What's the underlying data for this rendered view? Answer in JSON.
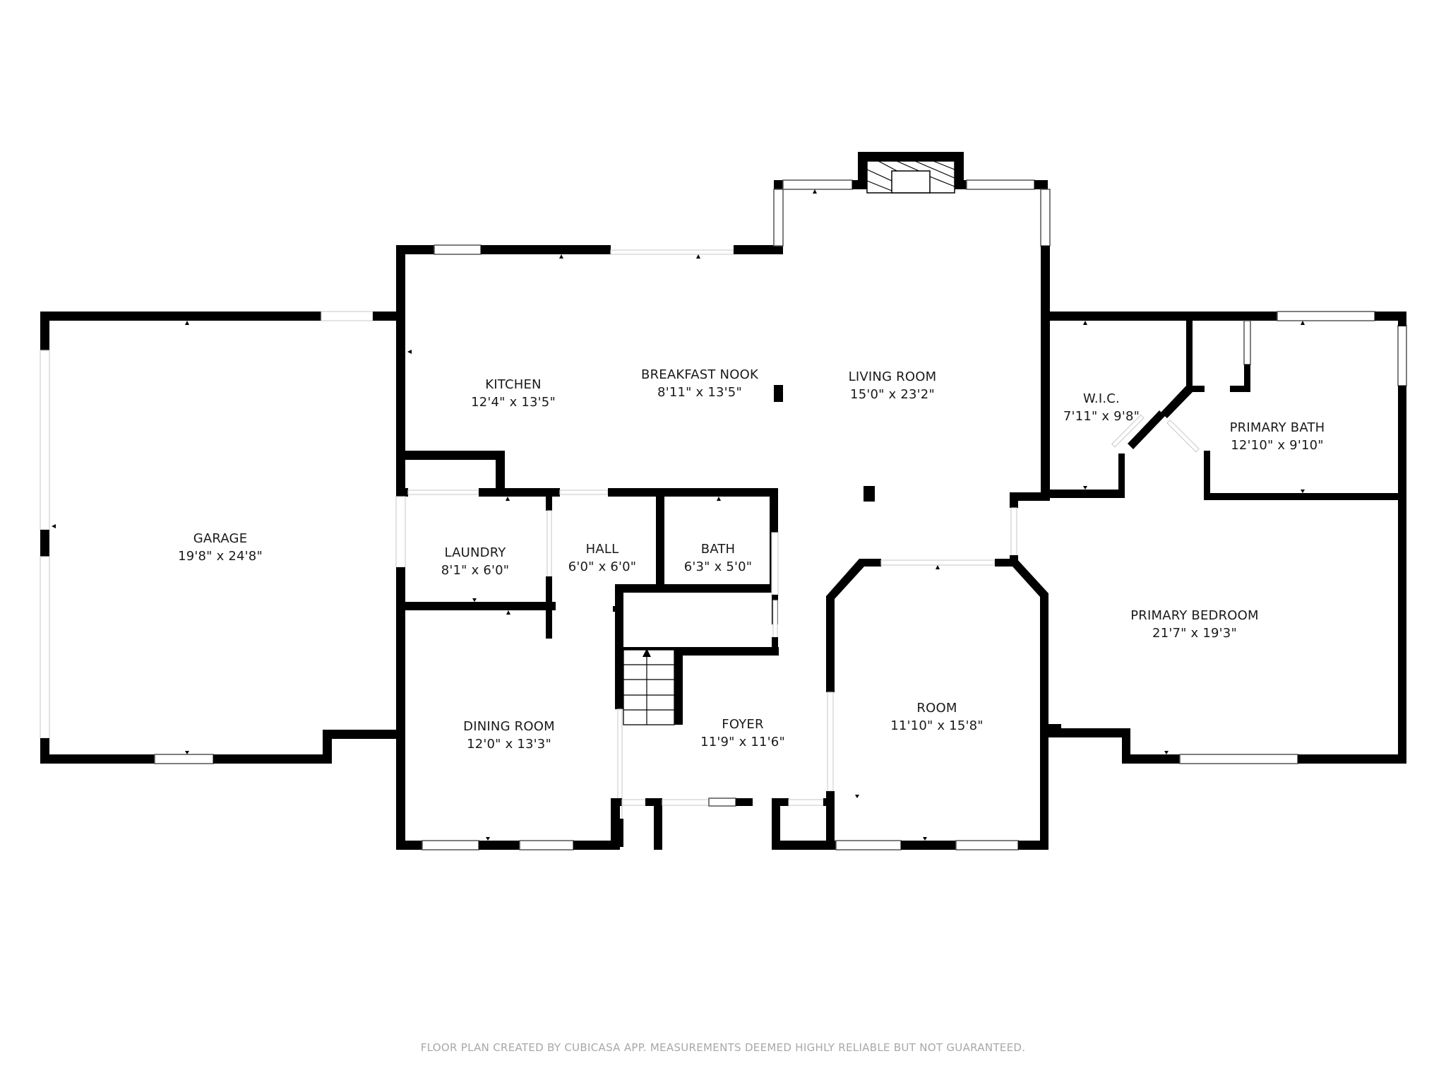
{
  "floor_plan": {
    "rooms": [
      {
        "id": "garage",
        "name": "GARAGE",
        "dims": "19'8\" x 24'8\""
      },
      {
        "id": "kitchen",
        "name": "KITCHEN",
        "dims": "12'4\" x 13'5\""
      },
      {
        "id": "breakfast_nook",
        "name": "BREAKFAST NOOK",
        "dims": "8'11\" x 13'5\""
      },
      {
        "id": "living_room",
        "name": "LIVING ROOM",
        "dims": "15'0\" x 23'2\""
      },
      {
        "id": "wic",
        "name": "W.I.C.",
        "dims": "7'11\" x 9'8\""
      },
      {
        "id": "primary_bath",
        "name": "PRIMARY BATH",
        "dims": "12'10\" x 9'10\""
      },
      {
        "id": "laundry",
        "name": "LAUNDRY",
        "dims": "8'1\" x 6'0\""
      },
      {
        "id": "hall",
        "name": "HALL",
        "dims": "6'0\" x 6'0\""
      },
      {
        "id": "bath",
        "name": "BATH",
        "dims": "6'3\" x 5'0\""
      },
      {
        "id": "primary_bedroom",
        "name": "PRIMARY BEDROOM",
        "dims": "21'7\" x 19'3\""
      },
      {
        "id": "dining_room",
        "name": "DINING ROOM",
        "dims": "12'0\" x 13'3\""
      },
      {
        "id": "foyer",
        "name": "FOYER",
        "dims": "11'9\" x 11'6\""
      },
      {
        "id": "room",
        "name": "ROOM",
        "dims": "11'10\" x 15'8\""
      }
    ],
    "features": {
      "fireplace_icon": "fireplace",
      "stairs_icon": "stairs-up-arrow"
    },
    "colors": {
      "wall": "#000000",
      "background": "#ffffff",
      "footer_text": "#a8a8a8"
    }
  },
  "footer": {
    "disclaimer": "FLOOR PLAN CREATED BY CUBICASA APP. MEASUREMENTS DEEMED HIGHLY RELIABLE BUT NOT GUARANTEED."
  }
}
